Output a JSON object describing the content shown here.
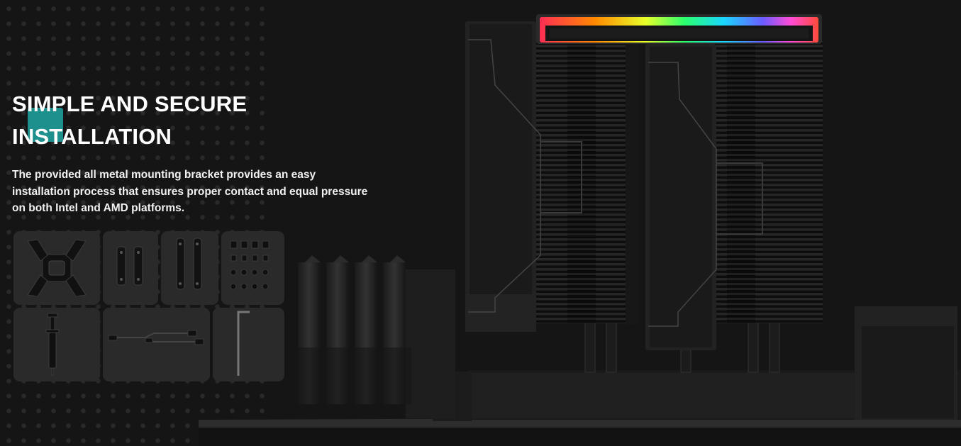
{
  "section": {
    "title_line1": "SIMPLE AND SECURE",
    "title_line2": "INSTALLATION",
    "description": "The provided all metal mounting bracket provides an easy installation process that ensures proper contact and equal pressure on both Intel and AMD platforms."
  },
  "accessories": [
    {
      "name": "mounting-bracket"
    },
    {
      "name": "intel-mounting-bars"
    },
    {
      "name": "amd-mounting-bars"
    },
    {
      "name": "screws-and-nuts"
    },
    {
      "name": "thermal-paste-syringe"
    },
    {
      "name": "fan-splitter-cable"
    },
    {
      "name": "hex-wrench"
    }
  ],
  "colors": {
    "background": "#151515",
    "accent": "#1d8f8c",
    "tile": "#2a2a2a"
  }
}
